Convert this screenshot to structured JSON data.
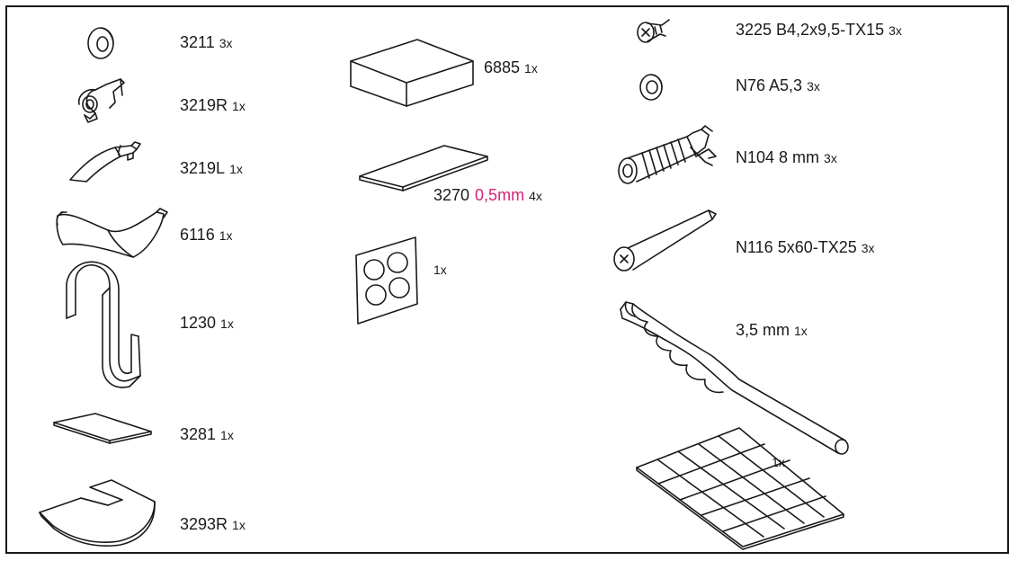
{
  "colors": {
    "line": "#1a1a1a",
    "highlight": "#d4237a",
    "background": "#ffffff"
  },
  "parts": {
    "p3211": {
      "code": "3211",
      "qty": "3x",
      "icon": "washer-cap"
    },
    "p3219r": {
      "code": "3219R",
      "qty": "1x",
      "icon": "clip-right"
    },
    "p3219l": {
      "code": "3219L",
      "qty": "1x",
      "icon": "clip-left"
    },
    "p6116": {
      "code": "6116",
      "qty": "1x",
      "icon": "curved-bar"
    },
    "p1230": {
      "code": "1230",
      "qty": "1x",
      "icon": "s-hook"
    },
    "p3281": {
      "code": "3281",
      "qty": "1x",
      "icon": "flat-pad"
    },
    "p3293r": {
      "code": "3293R",
      "qty": "1x",
      "icon": "slotted-plate"
    },
    "p6885": {
      "code": "6885",
      "qty": "1x",
      "icon": "block"
    },
    "p3270": {
      "code": "3270",
      "highlight": "0,5mm",
      "qty": "4x",
      "icon": "shim-strip"
    },
    "pads": {
      "qty": "1x",
      "icon": "round-pad-sheet"
    },
    "p3225": {
      "code": "3225 B4,2x9,5-TX15",
      "qty": "3x",
      "icon": "screw-short"
    },
    "n76": {
      "code": "N76 A5,3",
      "qty": "3x",
      "icon": "washer"
    },
    "n104": {
      "code": "N104 8 mm",
      "qty": "3x",
      "icon": "wall-plug"
    },
    "n116": {
      "code": "N116 5x60-TX25",
      "qty": "3x",
      "icon": "screw-long"
    },
    "drill": {
      "code": "3,5 mm",
      "qty": "1x",
      "icon": "drill-bit"
    },
    "grid": {
      "qty": "1x",
      "icon": "square-pad-sheet"
    }
  }
}
